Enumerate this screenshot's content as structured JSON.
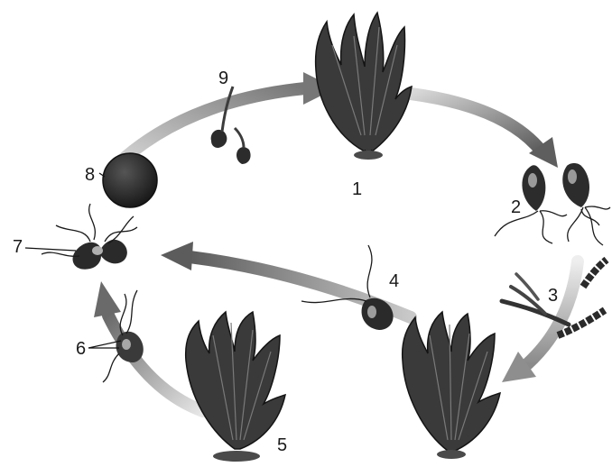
{
  "labels": {
    "l1": "1",
    "l2": "2",
    "l3": "3",
    "l4": "4",
    "l5": "5",
    "l6": "6",
    "l7": "7",
    "l8": "8",
    "l9": "9"
  },
  "colors": {
    "arrow_dark": "#6a6a6a",
    "arrow_light": "#c4c4c4",
    "thallus_fill": "#3c3c3c",
    "thallus_edge": "#161616",
    "cell_fill": "#2e2e2e"
  }
}
